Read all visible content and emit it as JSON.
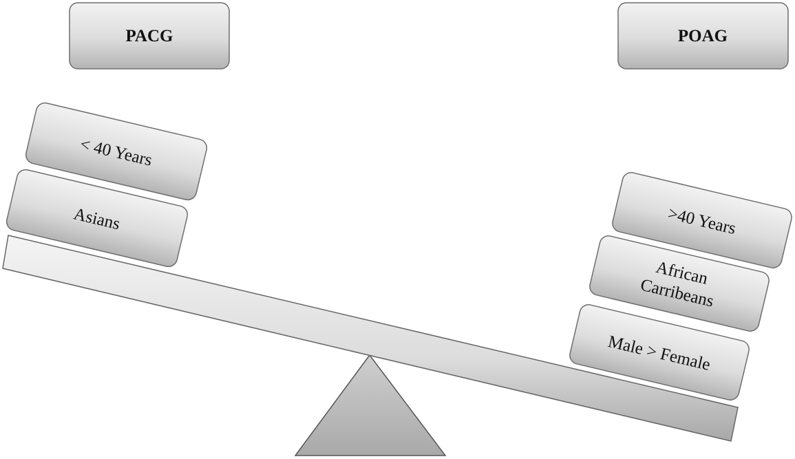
{
  "headers": {
    "left": "PACG",
    "right": "POAG"
  },
  "left_blocks": {
    "top": "< 40 Years",
    "bottom": "Asians"
  },
  "right_blocks": {
    "top": ">40 Years",
    "middle_line1": "African",
    "middle_line2": "Carribeans",
    "bottom": "Male > Female"
  }
}
